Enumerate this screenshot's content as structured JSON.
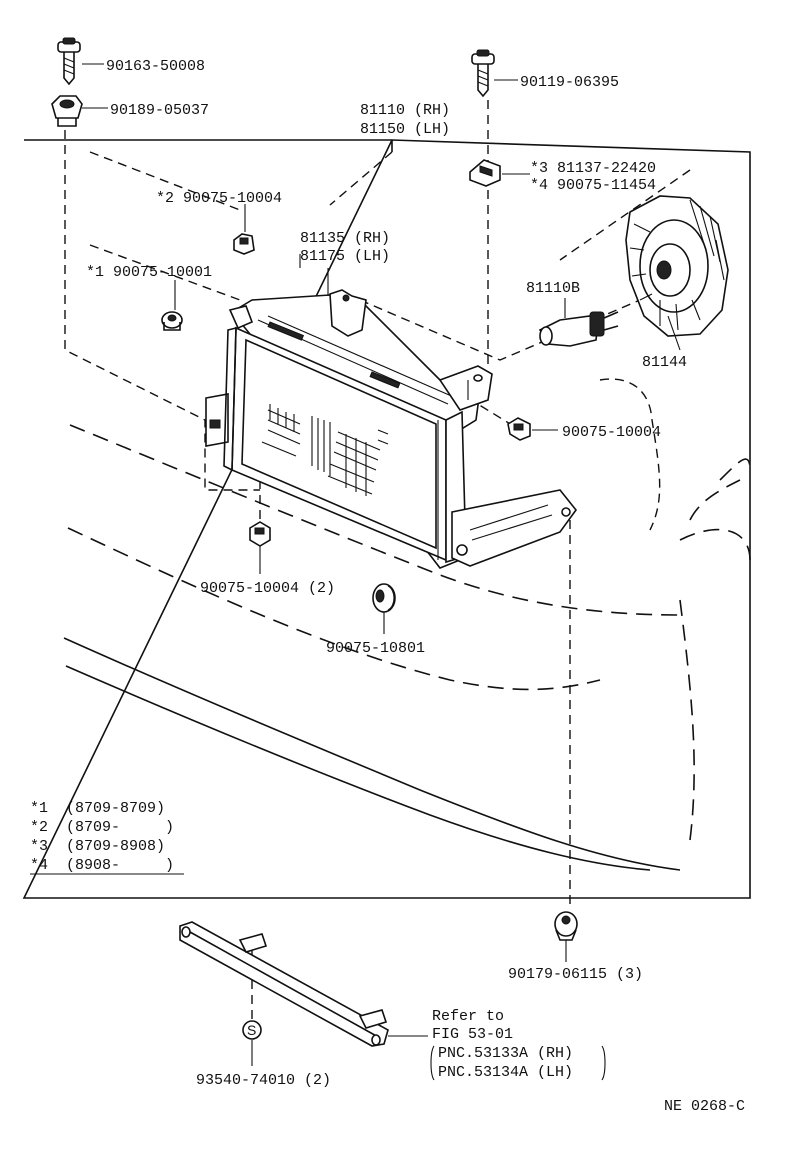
{
  "parts": {
    "screw_top_left": "90163-50008",
    "nut_top_left": "90189-05037",
    "headlamp_rh": "81110 (RH)",
    "headlamp_lh": "81150 (LH)",
    "screw_top_right": "90119-06395",
    "clip_3": "*3 81137-22420",
    "clip_4": "*4 90075-11454",
    "nut_2": "*2 90075-10004",
    "nut_1": "*1 90075-10001",
    "unit_rh": "81135 (RH)",
    "unit_lh": "81175 (LH)",
    "bulb": "81110B",
    "cover": "81144",
    "nut_right": "90075-10004",
    "nut_bottom": "90075-10004 (2)",
    "grommet": "90075-10801",
    "clip_bottom_right": "90179-06115 (3)",
    "bracket_nut": "93540-74010 (2)"
  },
  "reference": {
    "line1": "Refer to",
    "line2": "FIG 53-01",
    "line3": "PNC.53133A (RH)",
    "line4": "PNC.53134A (LH)"
  },
  "legend": {
    "row1": "*1  (8709-8709)",
    "row2": "*2  (8709-     )",
    "row3": "*3  (8709-8908)",
    "row4": "*4  (8908-     )"
  },
  "footer": {
    "code": "NE 0268-C"
  }
}
